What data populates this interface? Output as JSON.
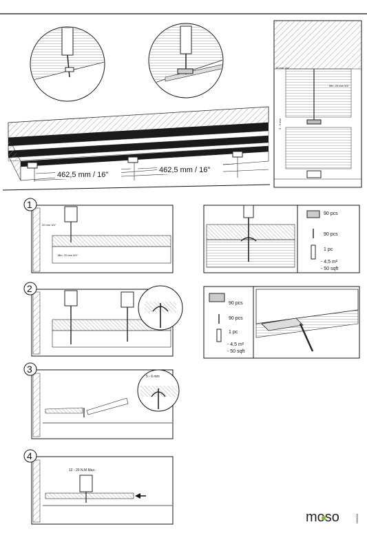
{
  "spacing": {
    "label_left": "462,5 mm / 16\"",
    "label_right": "462,5 mm / 16\""
  },
  "side_view": {
    "gap_top": "20 mm 3/4\"",
    "min_label": "Min. 20 mm 3/4\"",
    "gap_side": "5 - 6 mm"
  },
  "step1": {
    "number": "1",
    "depth_label": "20 mm 3/4\"",
    "min_label": "Min. 20 mm 3/4\""
  },
  "step2": {
    "number": "2"
  },
  "step3": {
    "number": "3",
    "gap_label": "5 - 6 mm"
  },
  "step4": {
    "number": "4",
    "torque_label": "12 - 20 N.M Max."
  },
  "kit_a": {
    "items": [
      "90 pcs",
      "90 pcs",
      "1 pc"
    ],
    "coverage_1": "- 4,5 m²",
    "coverage_2": "- 50 sqft"
  },
  "kit_b": {
    "items": [
      "90 pcs",
      "90 pcs",
      "1 pc"
    ],
    "coverage_1": "- 4,5 m²",
    "coverage_2": "- 50 sqft"
  },
  "brand": {
    "logo": "moso",
    "code": "H90000"
  },
  "colors": {
    "line": "#111111",
    "board": "#1a1a1a",
    "hatch": "#777777"
  }
}
